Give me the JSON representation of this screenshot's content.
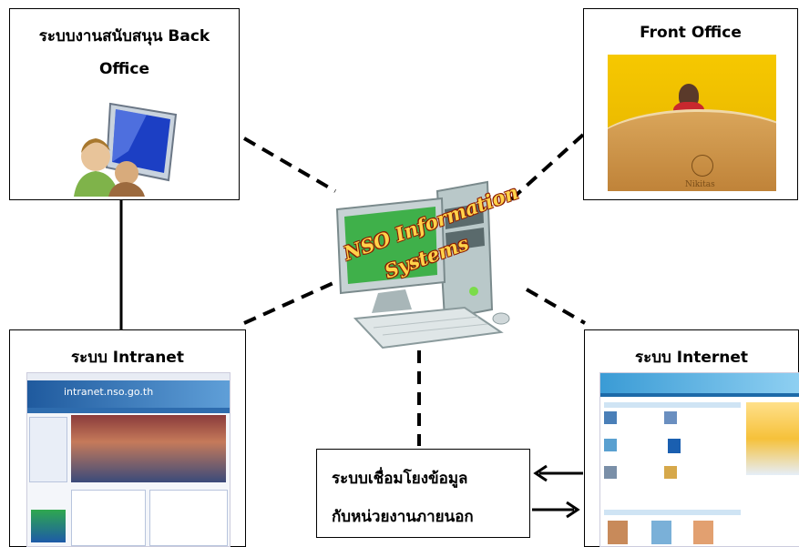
{
  "center": {
    "line1": "NSO Information",
    "line2": "Systems"
  },
  "back_office": {
    "title_line1": "ระบบงานสนับสนุน Back",
    "title_line2": "Office"
  },
  "front_office": {
    "title": "Front Office",
    "photo_logo": "Nikitas"
  },
  "intranet": {
    "title": "ระบบ Intranet",
    "site_name": "intranet.nso.go.th"
  },
  "internet": {
    "title": "ระบบ Internet"
  },
  "external": {
    "line1": "ระบบเชื่อมโยงข้อมูล",
    "line2": "กับหน่วยงานภายนอก"
  },
  "colors": {
    "intranet_header": "#1f5a9e",
    "internet_header": "#3a9bd5",
    "monitor_screen": "#1c3fc4",
    "nso_text": "#ffd34a"
  }
}
